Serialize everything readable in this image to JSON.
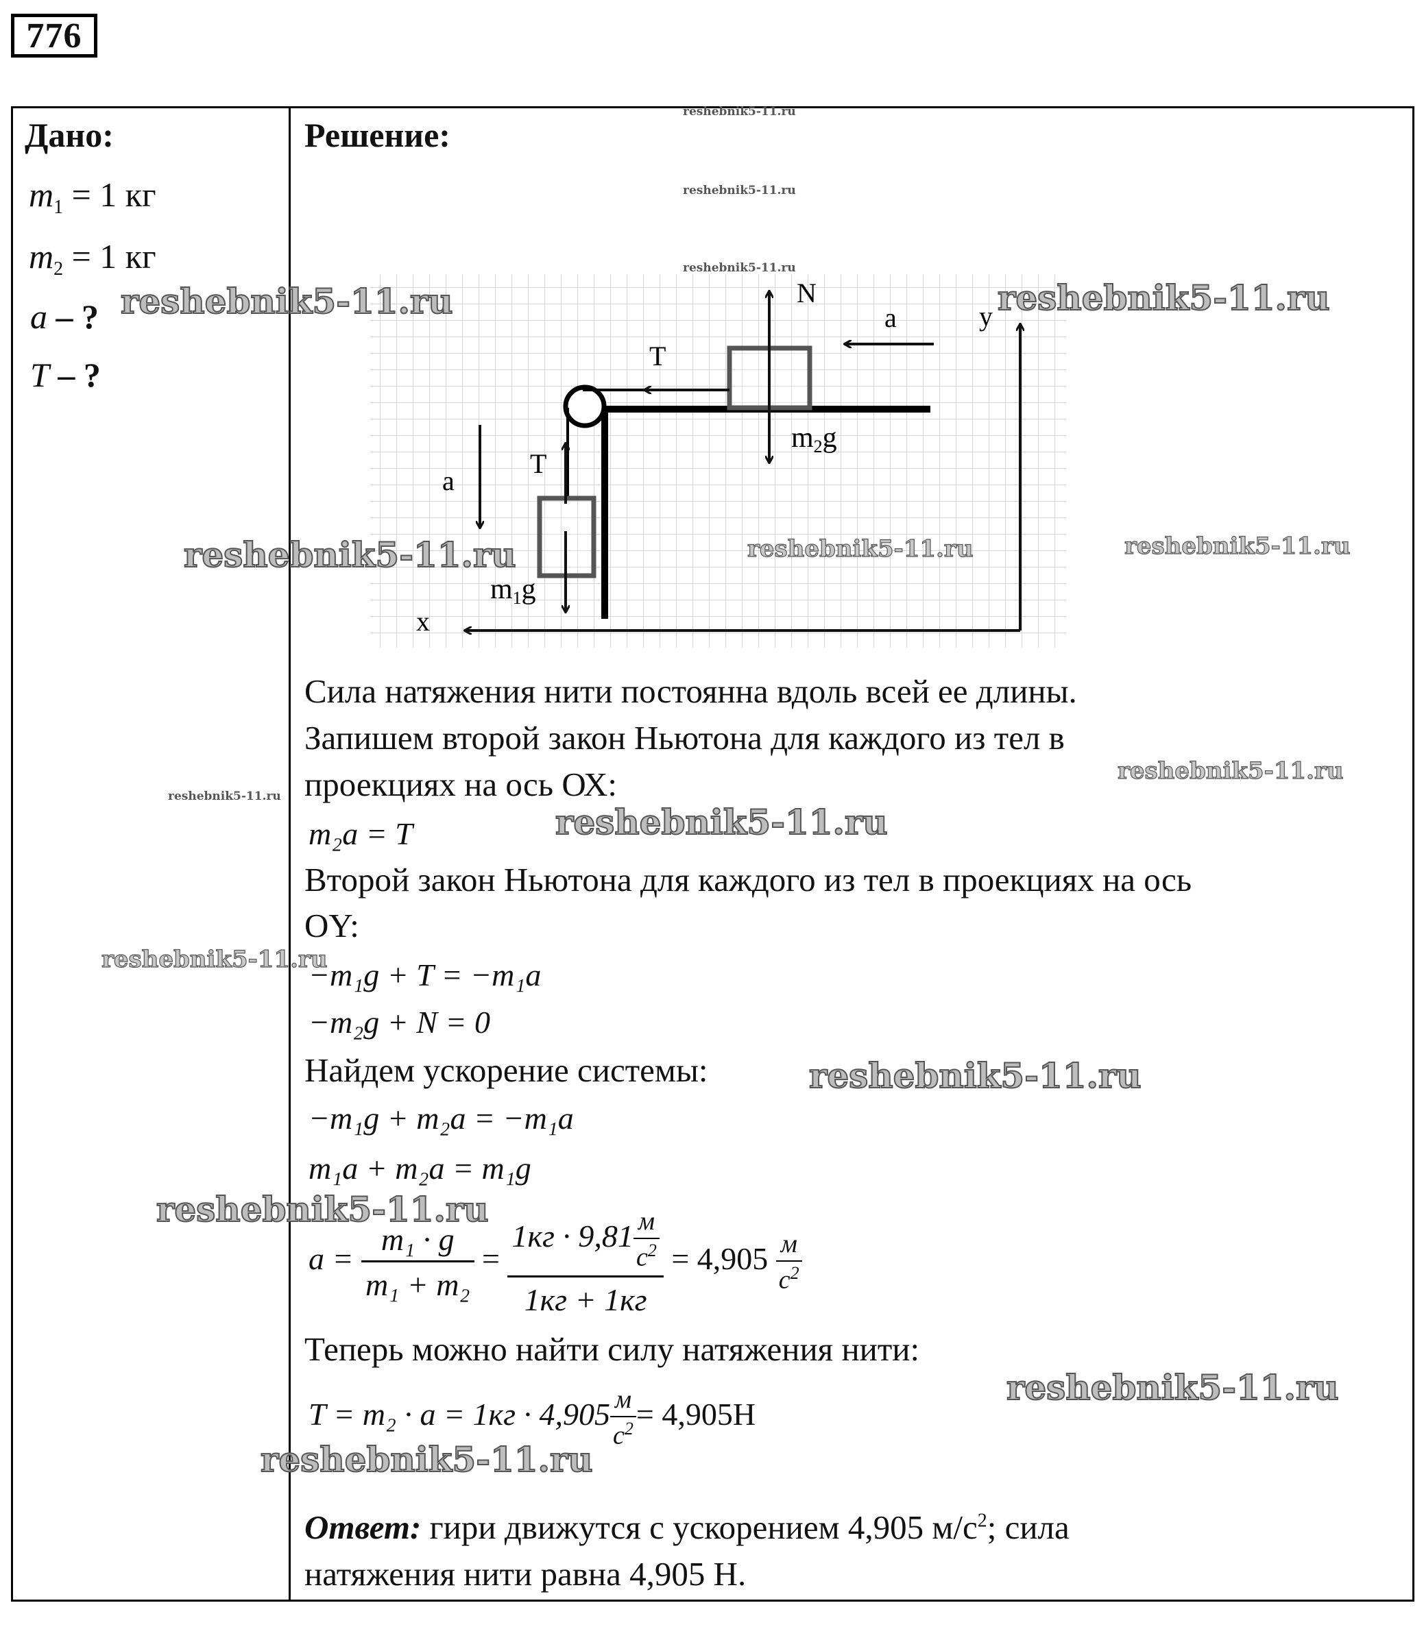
{
  "problem_number": "776",
  "given": {
    "header": "Дано:",
    "m1": {
      "sym": "m",
      "sub": "1",
      "rest": "= 1 кг"
    },
    "m2": {
      "sym": "m",
      "sub": "2",
      "rest": "= 1 кг"
    },
    "a": {
      "sym": "a",
      "rest": "– ?"
    },
    "T": {
      "sym": "T",
      "rest": "– ?"
    }
  },
  "solution": {
    "header": "Решение:",
    "diagram_labels": {
      "N": "N",
      "a_top": "a",
      "y": "y",
      "T_top": "T",
      "m2g_m": "m",
      "m2g_sub": "2",
      "m2g_g": "g",
      "a_left": "a",
      "T_left": "T",
      "m1g_m": "m",
      "m1g_sub": "1",
      "m1g_g": "g",
      "x": "x"
    },
    "lines": [
      "Сила натяжения нити постоянна вдоль всей ее длины.",
      "Запишем второй закон Ньютона для каждого из тел в",
      "проекциях на ось ОХ:",
      "Второй закон Ньютона для каждого из тел в проекциях на ось",
      "OY:",
      "Найдем ускорение системы:",
      "Теперь можно найти силу натяжения нити:"
    ],
    "eq_ox": "m₂a = T",
    "eq_oy1": "−m₁g + T = −m₁a",
    "eq_oy2": "−m₂g + N = 0",
    "eq_sys1": "−m₁g + m₂a = −m₁a",
    "eq_sys2": "m₁a + m₂a = m₁g",
    "eq_a": {
      "lhs": "a =",
      "frac1_num": "m₁ · g",
      "frac1_den": "m₁ + m₂",
      "eq": "=",
      "frac2_num_a": "1кг · 9,81",
      "unit_num": "м",
      "unit_den": "с",
      "frac2_den": "1кг + 1кг",
      "result": "= 4,905"
    },
    "eq_T": {
      "lhs": "T = m₂ · a = 1кг · 4,905",
      "unit_num": "м",
      "unit_den": "с",
      "result": "= 4,905Н"
    },
    "answer": {
      "label": "Ответ:",
      "text1": "гири движутся с ускорением 4,905 м/с",
      "sq": "2",
      "text2": "; сила",
      "text3": "натяжения нити равна 4,905 Н."
    }
  },
  "watermark": "reshebnik5-11.ru",
  "colors": {
    "ink": "#111111",
    "box": "#555555",
    "grid": "#c8c8c8",
    "watermark_fill": "#bdbdbd"
  }
}
